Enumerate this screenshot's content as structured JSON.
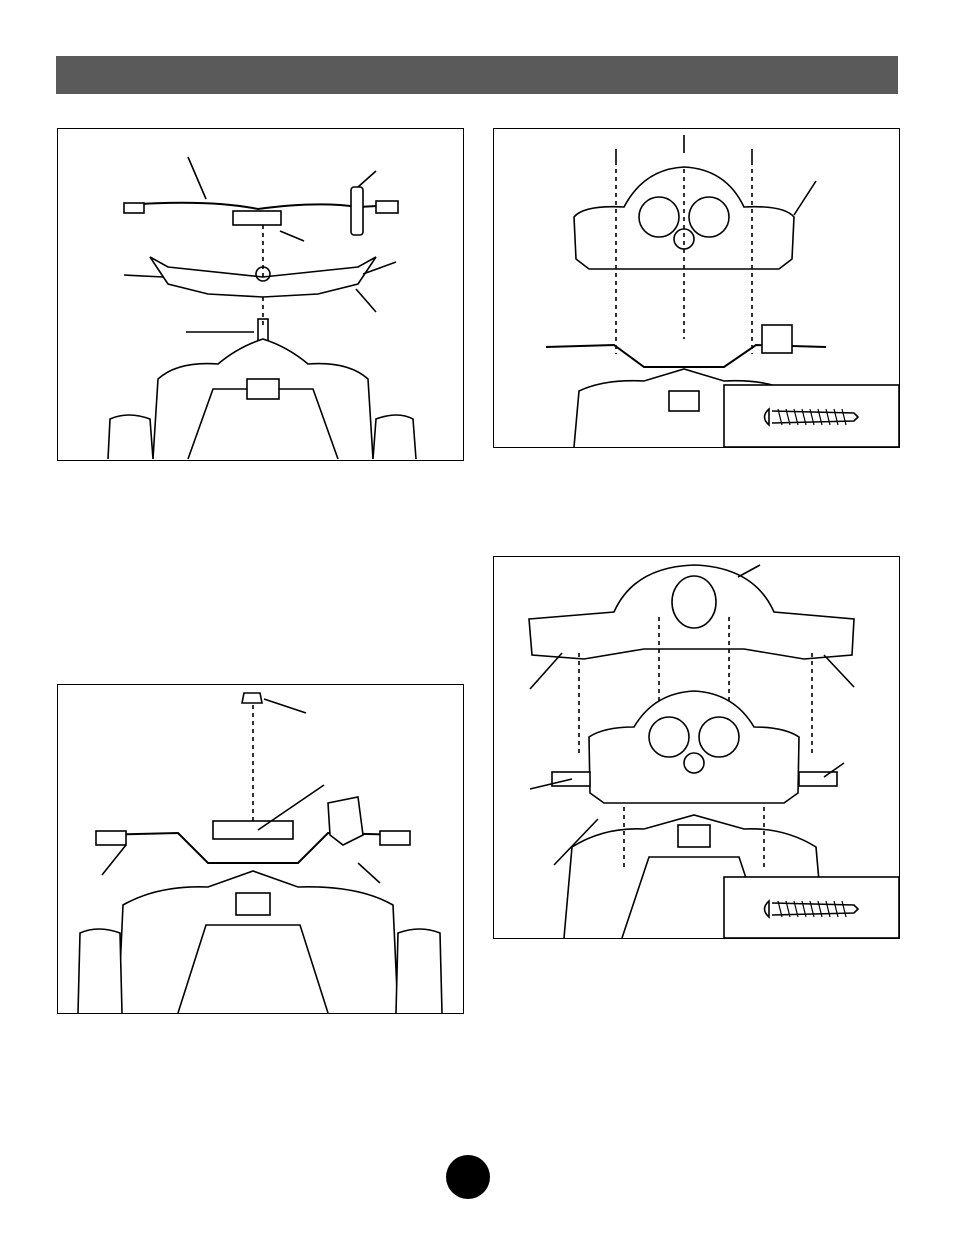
{
  "header": {
    "title": ""
  },
  "figures": [
    {
      "id": "fig-top-left",
      "caption": ""
    },
    {
      "id": "fig-top-right",
      "caption": ""
    },
    {
      "id": "fig-bottom-left",
      "caption": ""
    },
    {
      "id": "fig-bottom-right",
      "caption": ""
    }
  ],
  "page": {
    "number": ""
  },
  "colors": {
    "header_bar": "#5a5a5a",
    "line": "#000000",
    "fill": "#ffffff"
  },
  "icons": [
    "screw-icon",
    "arrow-icon"
  ]
}
